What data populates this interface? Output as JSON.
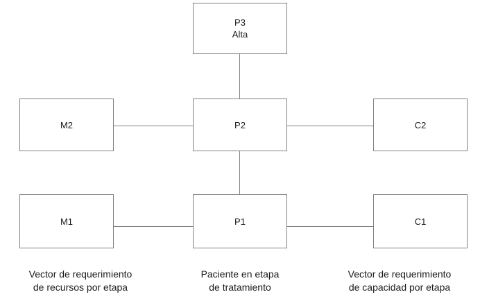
{
  "diagram": {
    "nodes": [
      {
        "id": "p3",
        "label": "P3",
        "sublabel": "Alta"
      },
      {
        "id": "m2",
        "label": "M2",
        "sublabel": ""
      },
      {
        "id": "p2",
        "label": "P2",
        "sublabel": ""
      },
      {
        "id": "c2",
        "label": "C2",
        "sublabel": ""
      },
      {
        "id": "m1",
        "label": "M1",
        "sublabel": ""
      },
      {
        "id": "p1",
        "label": "P1",
        "sublabel": ""
      },
      {
        "id": "c1",
        "label": "C1",
        "sublabel": ""
      }
    ],
    "edges": [
      {
        "from": "p3",
        "to": "p2",
        "orientation": "vertical"
      },
      {
        "from": "p2",
        "to": "p1",
        "orientation": "vertical"
      },
      {
        "from": "m2",
        "to": "p2",
        "orientation": "horizontal"
      },
      {
        "from": "p2",
        "to": "c2",
        "orientation": "horizontal"
      },
      {
        "from": "m1",
        "to": "p1",
        "orientation": "horizontal"
      },
      {
        "from": "p1",
        "to": "c1",
        "orientation": "horizontal"
      }
    ],
    "captions": {
      "left": {
        "line1": "Vector de requerimiento",
        "line2": "de recursos por etapa"
      },
      "center": {
        "line1": "Paciente en etapa",
        "line2": "de tratamiento"
      },
      "right": {
        "line1": "Vector de requerimiento",
        "line2": "de capacidad por etapa"
      }
    },
    "colors": {
      "border": "#808080",
      "edge": "#808080",
      "text": "#1a1a1a",
      "background": "#ffffff"
    }
  }
}
